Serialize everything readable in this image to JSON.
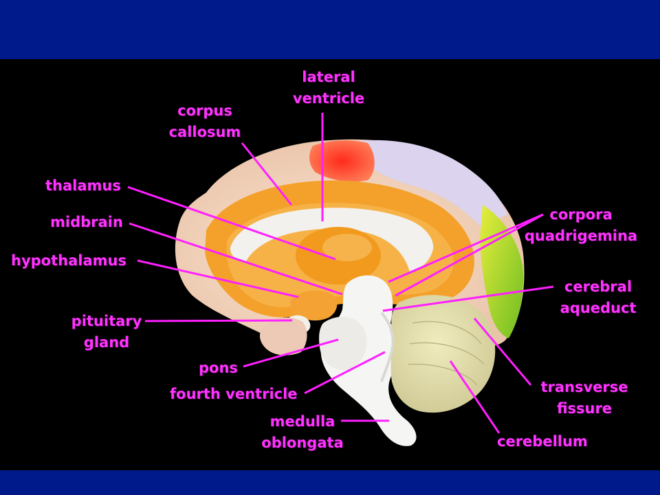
{
  "colors": {
    "band": "#001a8c",
    "background": "#000000",
    "label": "#ff33ff",
    "leader": "#ff1fff"
  },
  "labels": [
    {
      "id": "lateral-ventricle",
      "text": "lateral\nventricle"
    },
    {
      "id": "corpus-callosum",
      "text": "corpus\ncallosum"
    },
    {
      "id": "thalamus",
      "text": "thalamus"
    },
    {
      "id": "midbrain",
      "text": "midbrain"
    },
    {
      "id": "hypothalamus",
      "text": "hypothalamus"
    },
    {
      "id": "pituitary-gland",
      "text": "pituitary\ngland"
    },
    {
      "id": "pons",
      "text": "pons"
    },
    {
      "id": "fourth-ventricle",
      "text": "fourth ventricle"
    },
    {
      "id": "medulla-oblongata",
      "text": "medulla\noblongata"
    },
    {
      "id": "corpora-quadrigemina",
      "text": "corpora\nquadrigemina"
    },
    {
      "id": "cerebral-aqueduct",
      "text": "cerebral\naqueduct"
    },
    {
      "id": "transverse-fissure",
      "text": "transverse\nfissure"
    },
    {
      "id": "cerebellum",
      "text": "cerebellum"
    }
  ]
}
